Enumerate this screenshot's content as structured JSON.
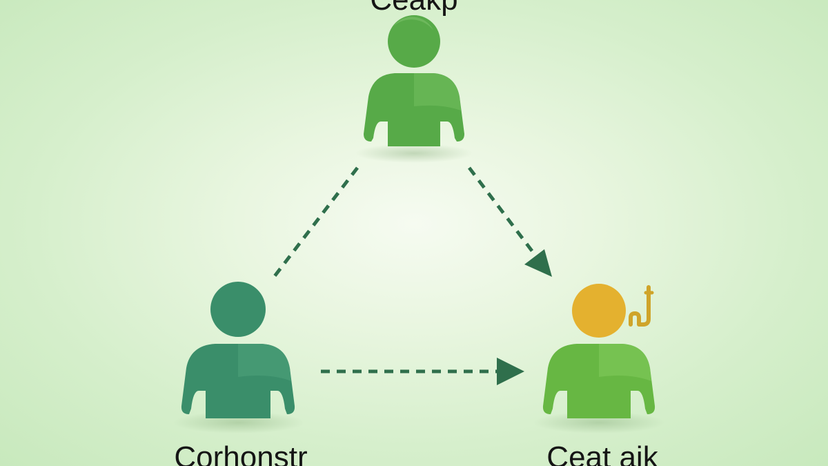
{
  "diagram": {
    "nodes": {
      "top": {
        "label": "Ceakp",
        "icon": "person-icon",
        "color": "#57aa48"
      },
      "left": {
        "label": "Corhonstr",
        "icon": "person-icon",
        "color": "#3a8e6a"
      },
      "right": {
        "label": "Ceat aik",
        "icon": "person-icon",
        "color": "#67b743",
        "head_color": "#e4b12f",
        "accessory_icon": "key-hook-icon",
        "accessory_color": "#cfa42a"
      }
    },
    "edges": [
      {
        "from": "top",
        "to": "left",
        "style": "dashed",
        "arrow": false
      },
      {
        "from": "top",
        "to": "right",
        "style": "dashed",
        "arrow": true
      },
      {
        "from": "left",
        "to": "right",
        "style": "dashed",
        "arrow": true
      }
    ],
    "edge_color": "#2f6f4c"
  }
}
